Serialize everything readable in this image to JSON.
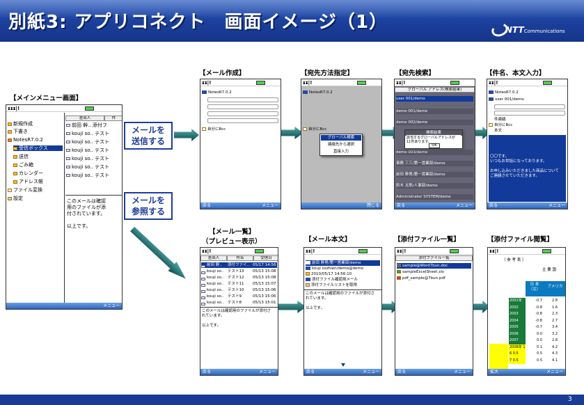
{
  "slide": {
    "title": "別紙3: アプリコネクト　画面イメージ（1）",
    "logo_text": "NTT",
    "logo_sub": "Communications",
    "page_number": "3",
    "colors": {
      "header": "#1b3f9a",
      "accent": "#1d3c9b",
      "arrow": "#0d4a4a"
    }
  },
  "labels": {
    "main": "【メインメニュー画面】",
    "mail_compose": "【メール作成】",
    "dest_method": "【宛先方法指定】",
    "dest_search": "【宛先検索】",
    "subject_body": "【件名、本文入力】",
    "mail_list_1": "【メール一覧】",
    "mail_list_2": "（プレビュー表示）",
    "mail_body": "【メール本文】",
    "attach_list": "【添付ファイル一覧】",
    "attach_view": "【添付ファイル閲覧】"
  },
  "callouts": {
    "send": [
      "メールを",
      "送信する"
    ],
    "view": [
      "メールを",
      "参照する"
    ]
  },
  "main_phone": {
    "menu": [
      "新規作成",
      "下書き",
      "NotesR7.0.2",
      "受信ボックス",
      "送信",
      "ごみ箱",
      "カレンダー",
      "アドレス帳",
      "ファイル変換",
      "設定"
    ],
    "col_headers": [
      "差出人",
      "件"
    ],
    "mails": [
      "前田 幹.. 添付フ",
      "kouji so.. テスト",
      "kouji so.. テスト",
      "kouji so.. テスト",
      "kouji so.. テスト",
      "kouji so.. テスト",
      "kouji so.. テスト"
    ],
    "preview": [
      "このメールは確認",
      "用のファイルが添",
      "付されています。",
      "",
      "以上です。"
    ],
    "softkey_right": "メニュー"
  },
  "compose_phone": {
    "to_value": "NotesR7.0.2",
    "cc_check": "自分にBcc",
    "softkey_left": "戻る",
    "softkey_right": "メニュー"
  },
  "method_phone": {
    "to_value": "NotesR7.0.2",
    "cc_check": "自分にBcc",
    "popup": [
      "グローバル検索",
      "連絡先から選択",
      "直接入力"
    ],
    "softkey_right": "閉じる"
  },
  "search_phone": {
    "header": "グローバル アドレス(検索結果)",
    "entries": [
      "user 001/demo",
      "demo 001/demo",
      "demo 002/demo",
      "demo 003/demo",
      "事務 三三/第一営業部/demo",
      "前田 幹男/第一営業部/demo",
      "鈴木 太郎/人事部/demo",
      "Administrator SYSTEM/demo"
    ],
    "popup_title": "検索結果",
    "popup_text": [
      "該当するグローバルアドレスが",
      "11件あります。"
    ],
    "popup_ok": "OK",
    "softkey_left": "戻る",
    "softkey_right": "メニュー"
  },
  "subject_phone": {
    "to_value": "NotesR7.0.2",
    "cc_value": "user 001/demo",
    "subject": "件連絡",
    "bcc": "自分にBcc",
    "body_label": "本文",
    "body": [
      "〇〇です。",
      "いつもお世話になっております。",
      "",
      "お申し込みいただきました商品について",
      "ご連絡させていただきます。"
    ],
    "softkey_left": "戻る",
    "softkey_right": "メニュー"
  },
  "list_phone": {
    "headers": [
      "差出人",
      "件名",
      "受信日"
    ],
    "rows": [
      [
        "前田 幹..",
        "添付ファイ..",
        "05/17 14:56"
      ],
      [
        "kouji so..",
        "テスト13",
        "05/13 15:08"
      ],
      [
        "kouji so..",
        "テスト12",
        "05/13 15:08"
      ],
      [
        "kouji so..",
        "テスト11",
        "05/13 15:07"
      ],
      [
        "kouji so..",
        "テスト10",
        "05/13 15:06"
      ],
      [
        "kouji so..",
        "テスト9",
        "05/13 15:06"
      ],
      [
        "kouji so..",
        "テスト8",
        "05/13 15:01"
      ]
    ],
    "preview": [
      "このメールは確認用のファイルが添付さ",
      "れています。",
      "",
      "以上です。"
    ],
    "softkey_left": "戻る",
    "softkey_right": "メニュー"
  },
  "body_phone": {
    "rows": [
      "前田 幹男/第一営業部/demo",
      "kouji sozhien/demo@demo",
      "2010/05/17 14:56:10",
      "添付ファイル確認用メール",
      "添付ファイルリストを取得"
    ],
    "body": [
      "このメールは確認用のファイルが添付さ",
      "れています。",
      "",
      "以上です。"
    ],
    "softkey_left": "戻る",
    "softkey_right": "メニュー"
  },
  "attach_phone": {
    "header": "添付ファイル一覧",
    "files": [
      "sample@Word7bun.doc",
      "sampleExcelSheet.xls",
      "pdf_sample@7bun.pdf"
    ],
    "softkey_left": "戻る",
    "softkey_right": "メニュー"
  },
  "view_phone": {
    "title": "（ 参 考 表 ）",
    "right_title": "主 要 国",
    "col1": [
      "日 本",
      "（注）"
    ],
    "col2": "アメリカ",
    "years": [
      "2001年",
      "2002",
      "2003",
      "2004",
      "2005",
      "2006",
      "2007",
      "2008年 1"
    ],
    "v1": [
      "-0.7",
      "-0.8",
      "-0.8",
      "-0.8",
      "-0.7",
      "0.0",
      "0.0",
      "0.1",
      "0.5",
      "0.5"
    ],
    "v2": [
      "2.8",
      "1.6",
      "2.3",
      "2.7",
      "3.4",
      "3.2",
      "2.8",
      "4.2",
      "4.3",
      "4.1"
    ],
    "rowlabels": [
      "",
      "",
      "",
      "",
      "",
      "",
      "",
      "",
      "6 0.5",
      "7 0.5"
    ],
    "softkey_left": "拡大",
    "softkey_right": "メニュー"
  }
}
